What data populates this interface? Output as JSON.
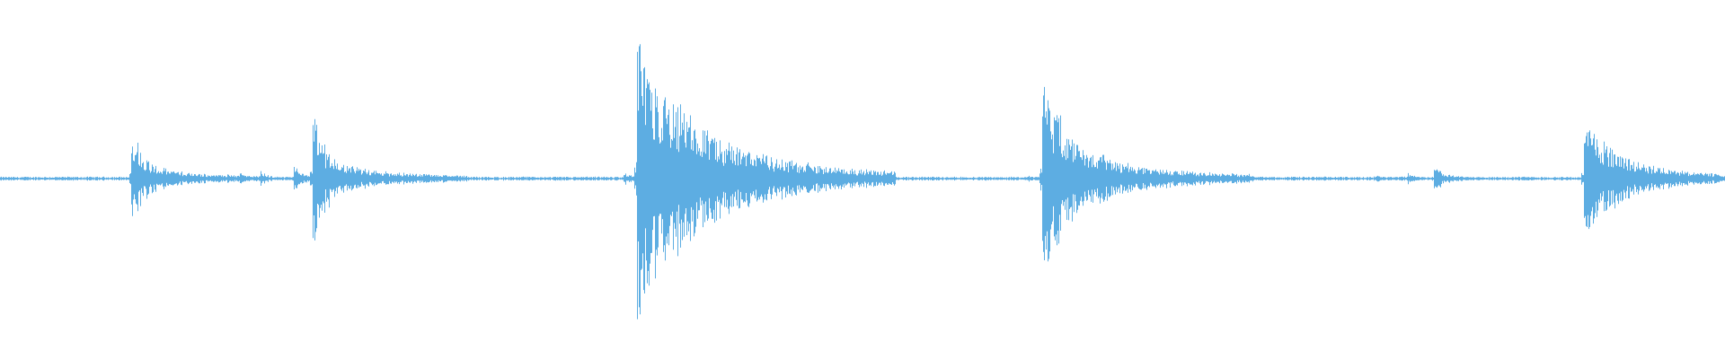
{
  "waveform": {
    "color": "#5dade2",
    "background": "#ffffff",
    "baseline_noise": 0.012,
    "transients": [
      {
        "t": 0.076,
        "peak": 0.3,
        "decay": 0.006,
        "tail": 0.05
      },
      {
        "t": 0.118,
        "peak": 0.03,
        "decay": 0.004,
        "tail": 0.02
      },
      {
        "t": 0.139,
        "peak": 0.03,
        "decay": 0.004,
        "tail": 0.02
      },
      {
        "t": 0.151,
        "peak": 0.04,
        "decay": 0.004,
        "tail": 0.02
      },
      {
        "t": 0.17,
        "peak": 0.07,
        "decay": 0.004,
        "tail": 0.03
      },
      {
        "t": 0.181,
        "peak": 0.35,
        "decay": 0.008,
        "tail": 0.06
      },
      {
        "t": 0.361,
        "peak": 0.04,
        "decay": 0.004,
        "tail": 0.02
      },
      {
        "t": 0.369,
        "peak": 0.75,
        "decay": 0.03,
        "tail": 0.1
      },
      {
        "t": 0.41,
        "peak": 0.05,
        "decay": 0.015,
        "tail": 0.04
      },
      {
        "t": 0.596,
        "peak": 0.02,
        "decay": 0.003,
        "tail": 0.02
      },
      {
        "t": 0.604,
        "peak": 0.5,
        "decay": 0.018,
        "tail": 0.08
      },
      {
        "t": 0.722,
        "peak": 0.03,
        "decay": 0.004,
        "tail": 0.02
      },
      {
        "t": 0.796,
        "peak": 0.02,
        "decay": 0.006,
        "tail": 0.02
      },
      {
        "t": 0.816,
        "peak": 0.03,
        "decay": 0.004,
        "tail": 0.02
      },
      {
        "t": 0.831,
        "peak": 0.09,
        "decay": 0.004,
        "tail": 0.03
      },
      {
        "t": 0.918,
        "peak": 0.3,
        "decay": 0.02,
        "tail": 0.07
      }
    ]
  }
}
